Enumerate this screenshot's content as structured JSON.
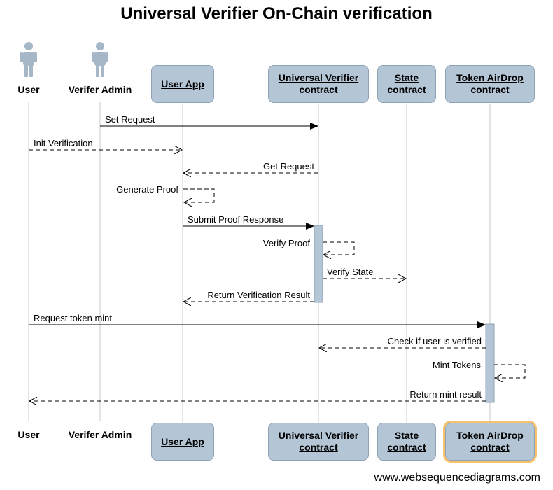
{
  "diagram": {
    "title": "Universal Verifier On-Chain verification",
    "footer": "www.websequencediagrams.com",
    "participants": {
      "user": "User",
      "admin": "Verifer Admin",
      "userapp": "User App",
      "uv_line1": "Universal Verifier",
      "uv_line2": "contract",
      "state_line1": "State",
      "state_line2": "contract",
      "airdrop_line1": "Token AirDrop",
      "airdrop_line2": "contract"
    },
    "messages": [
      "Set Request",
      "Init Verification",
      "Get Request",
      "Generate Proof",
      "Submit Proof Response",
      "Verify Proof",
      "Verify State",
      "Return Verification Result",
      "Request token mint",
      "Check if user is verified",
      "Mint Tokens",
      "Return mint result"
    ],
    "colors": {
      "box_fill": "#b4c6d6",
      "activation_fill": "#b4c6d6",
      "highlight": "#f7c26b",
      "actor_icon": "#a6b8c8"
    }
  }
}
